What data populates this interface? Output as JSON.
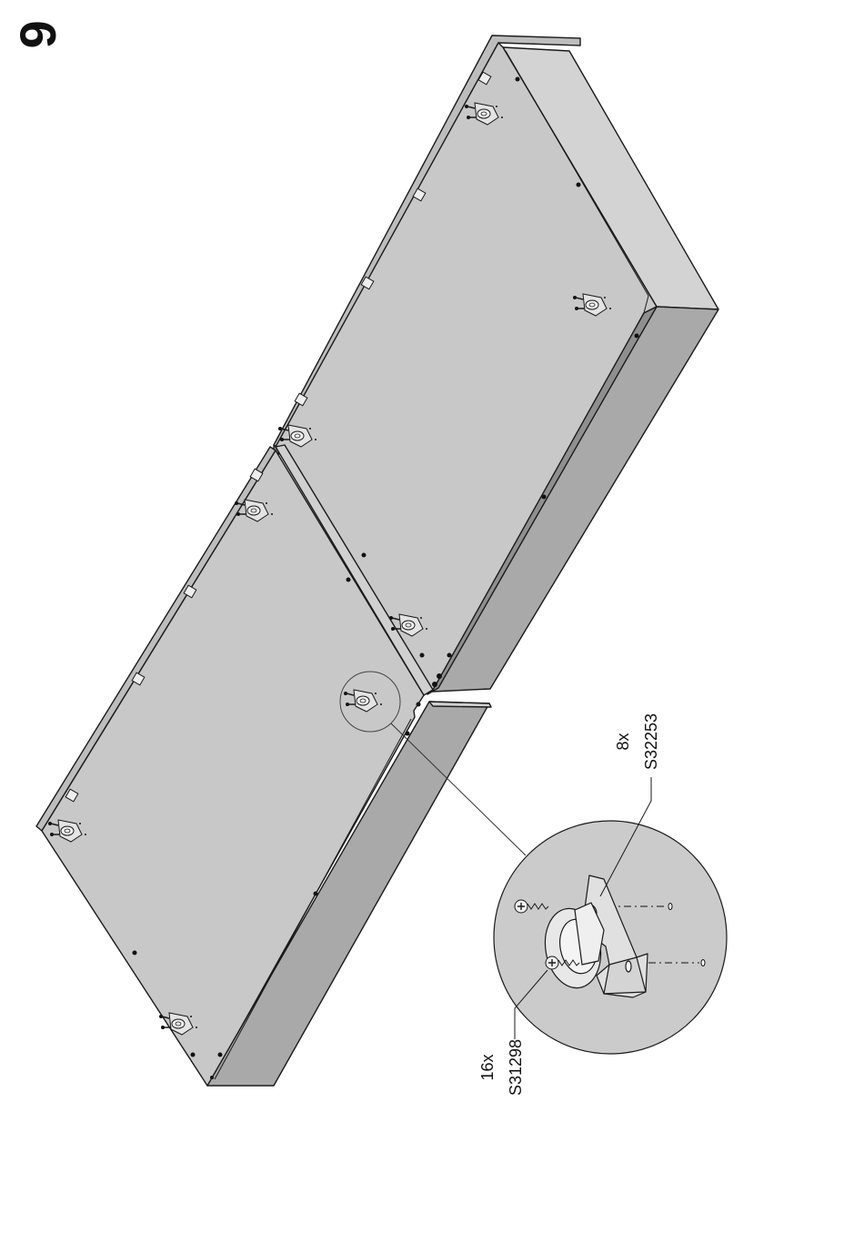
{
  "step": {
    "number": "6"
  },
  "callouts": {
    "caster": {
      "qty": "8x",
      "part": "S32253"
    },
    "screw": {
      "qty": "16x",
      "part": "S31298"
    }
  },
  "colors": {
    "panel_face": "#c8c8c8",
    "panel_edge": "#b4b4b4",
    "panel_side": "#a9a9a9",
    "detail_fill": "#cbcbcb",
    "line": "#1a1a1a",
    "caster_body": "#e6e6e6",
    "caster_plate": "#d4d4d4"
  },
  "icons": [
    "caster-icon",
    "screw-icon",
    "cam-fitting-icon",
    "magnifier-circle-icon"
  ]
}
